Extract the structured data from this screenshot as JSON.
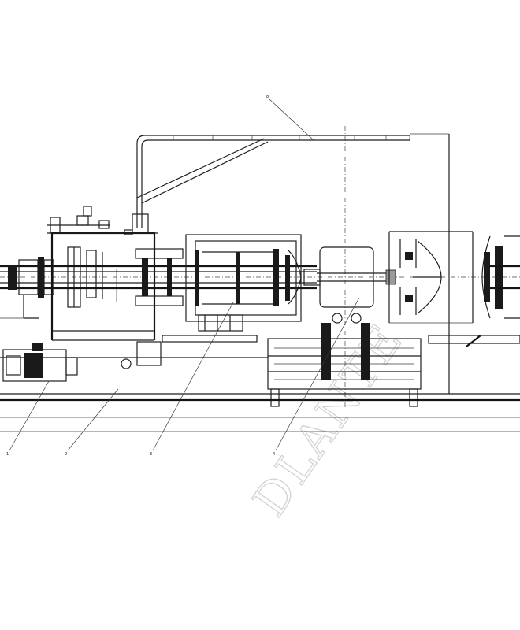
{
  "drawing": {
    "callouts": [
      "1",
      "2",
      "3",
      "4",
      "8"
    ],
    "watermark_text": "DLANTE"
  }
}
